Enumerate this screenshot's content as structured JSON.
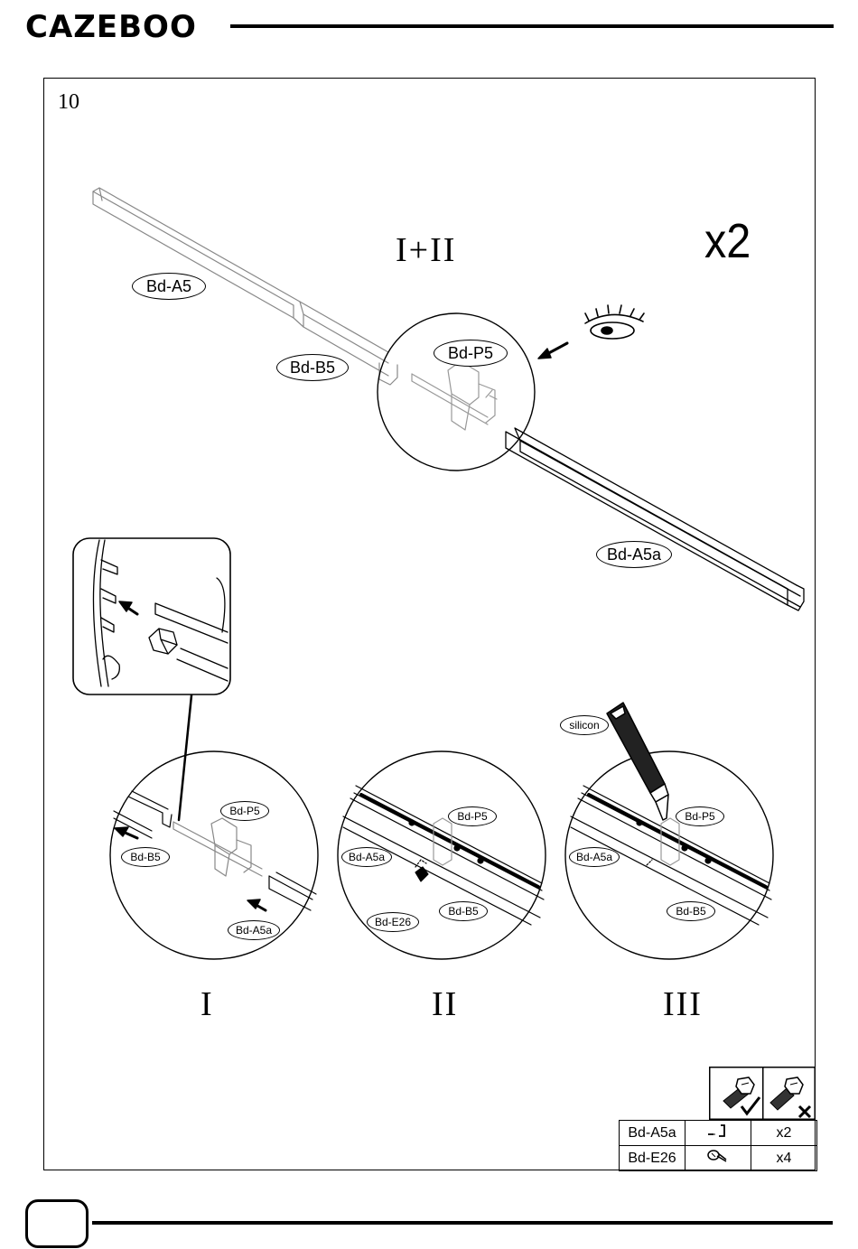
{
  "header": {
    "brand": "CAZEBOO"
  },
  "step": {
    "number": "10",
    "combined_label": "I+II",
    "multiplier": "x2"
  },
  "labels": {
    "main_a5": "Bd-A5",
    "main_b5": "Bd-B5",
    "main_p5": "Bd-P5",
    "main_a5a": "Bd-A5a",
    "i_p5": "Bd-P5",
    "i_b5": "Bd-B5",
    "i_a5a": "Bd-A5a",
    "ii_p5": "Bd-P5",
    "ii_a5a": "Bd-A5a",
    "ii_b5": "Bd-B5",
    "ii_e26": "Bd-E26",
    "iii_p5": "Bd-P5",
    "iii_a5a": "Bd-A5a",
    "iii_b5": "Bd-B5",
    "silicon": "silicon"
  },
  "substeps": {
    "first": "I",
    "second": "II",
    "third": "III"
  },
  "parts": [
    {
      "code": "Bd-A5a",
      "icon": "channel-profile-icon",
      "qty": "x2"
    },
    {
      "code": "Bd-E26",
      "icon": "screw-icon",
      "qty": "x4"
    }
  ],
  "tools": [
    {
      "icon": "bolt-nut-check-icon",
      "status": "allowed"
    },
    {
      "icon": "bolt-nut-cross-icon",
      "status": "not-allowed"
    }
  ]
}
